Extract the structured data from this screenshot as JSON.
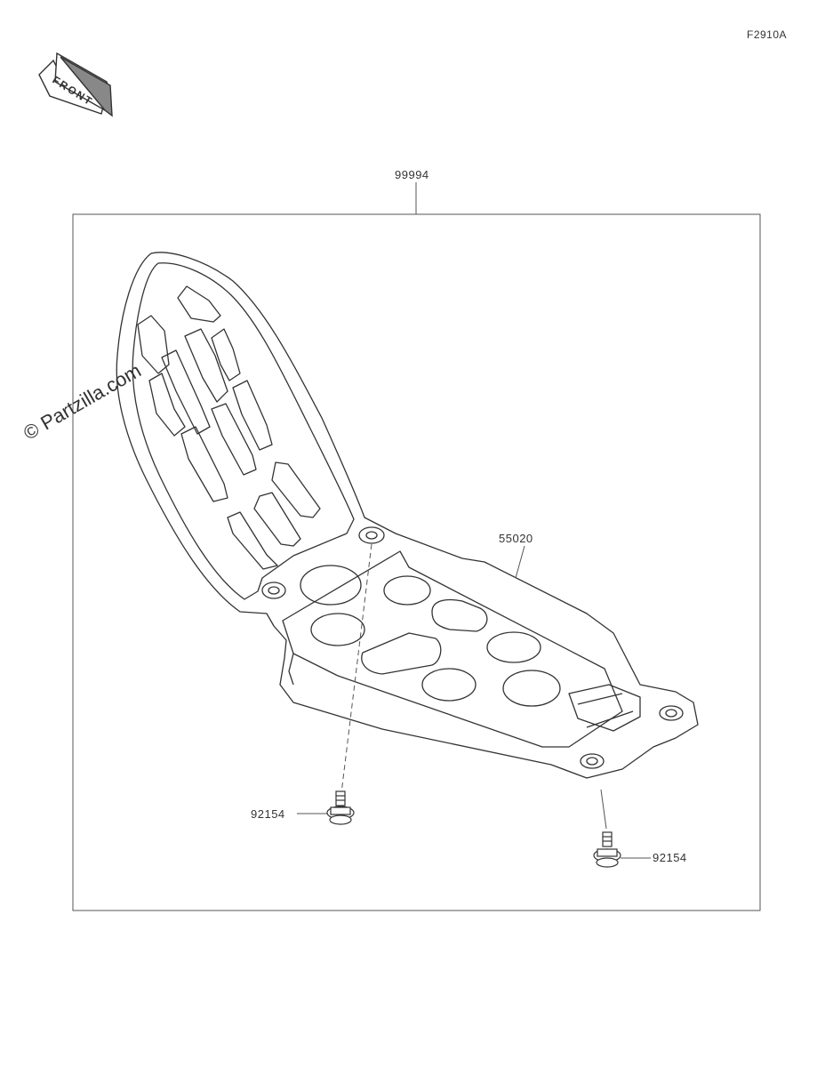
{
  "figure_code": "F2910A",
  "direction_badge": {
    "text": "FRONT"
  },
  "watermark": "© Partzilla.com",
  "parts": [
    {
      "number": "99994"
    },
    {
      "number": "55020"
    },
    {
      "number": "92154"
    },
    {
      "number": "92154"
    }
  ]
}
